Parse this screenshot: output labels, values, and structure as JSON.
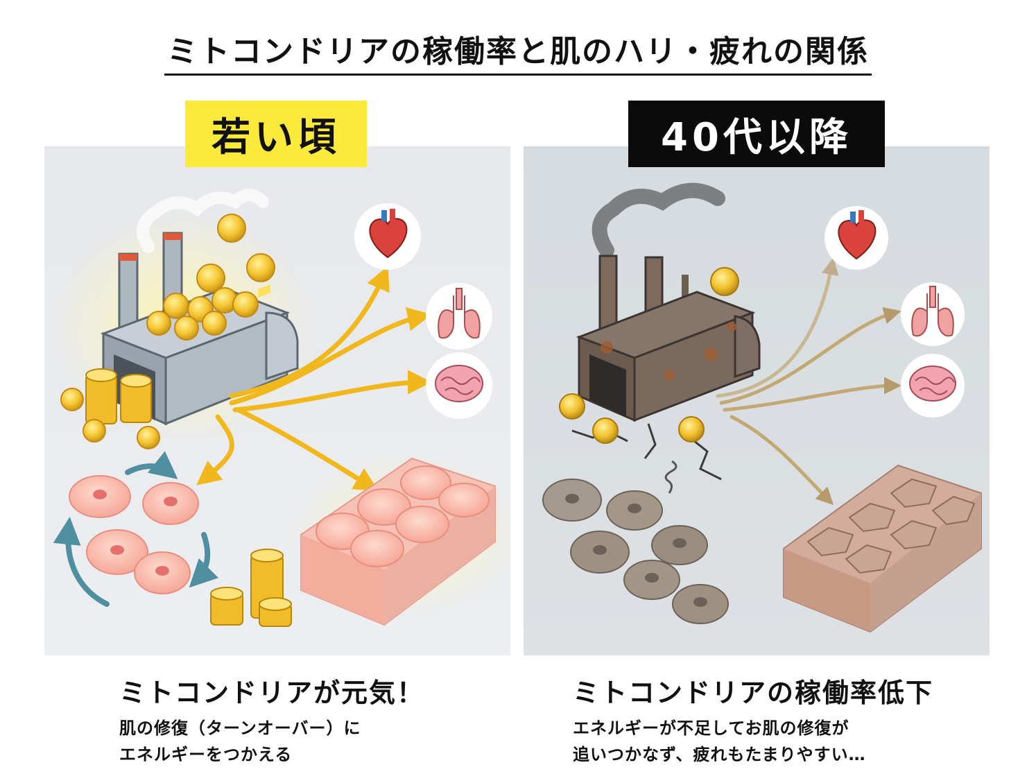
{
  "title": "ミトコンドリアの稼働率と肌のハリ・疲れの関係",
  "left": {
    "label": "若い頃",
    "heading": "ミトコンドリアが元気！",
    "lines": [
      "肌の修復（ターンオーバー）に",
      "エネルギーをつかえる"
    ]
  },
  "right": {
    "label": "40代以降",
    "heading": "ミトコンドリアの稼働率低下",
    "lines": [
      "エネルギーが不足してお肌の修復が",
      "追いつかなず、疲れもたまりやすい…"
    ]
  },
  "colors": {
    "accent_yellow": "#fbea3c",
    "label_dark": "#0b0b0b",
    "gold": "#f5c531",
    "skin_healthy": "#f8b7a8",
    "skin_tired": "#c9a593",
    "rust": "#8a5a3a"
  },
  "icons": [
    "factory-icon",
    "coin-icon",
    "heart-icon",
    "lungs-icon",
    "brain-icon",
    "skin-cells-icon",
    "cycle-arrows-icon"
  ]
}
